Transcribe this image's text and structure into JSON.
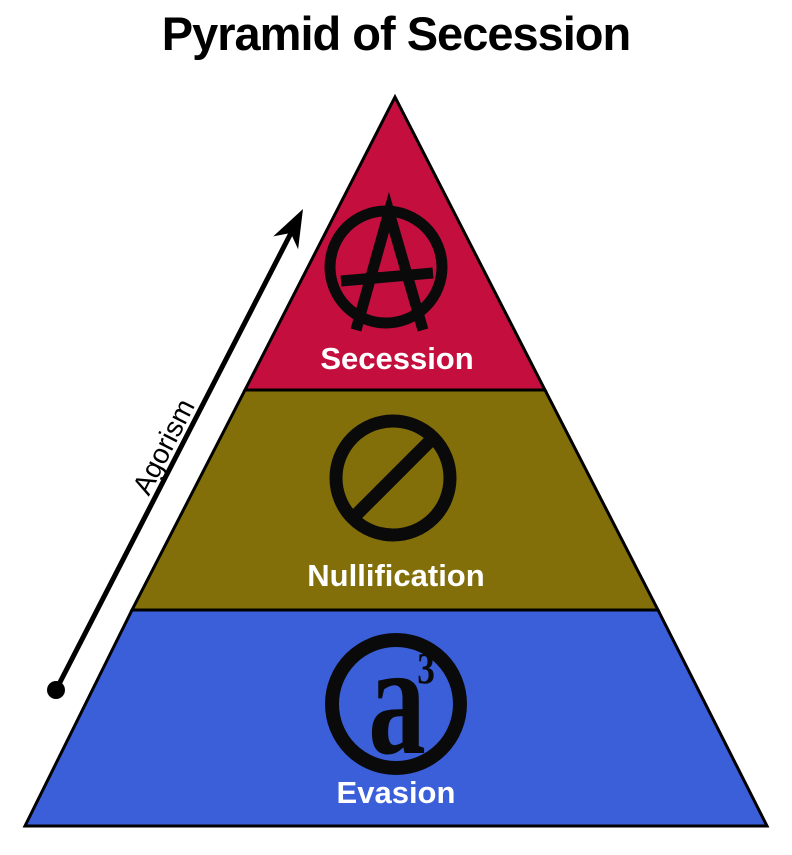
{
  "title": "Pyramid of Secession",
  "colors": {
    "secession_red": "#C40F3E",
    "nullification_olive": "#826F0A",
    "evasion_blue": "#3A5FD9",
    "outline_black": "#000000",
    "label_white": "#FFFFFF"
  },
  "pyramid": {
    "tiers": [
      {
        "label": "Secession",
        "color": "#C40F3E",
        "icon": "anarchy-circle-a-icon"
      },
      {
        "label": "Nullification",
        "color": "#826F0A",
        "icon": "null-slashed-circle-icon"
      },
      {
        "label": "Evasion",
        "color": "#3A5FD9",
        "icon": "a-cubed-circle-icon",
        "icon_letter": "a",
        "icon_exponent": "3"
      }
    ]
  },
  "arrow": {
    "label": "Agorism"
  }
}
